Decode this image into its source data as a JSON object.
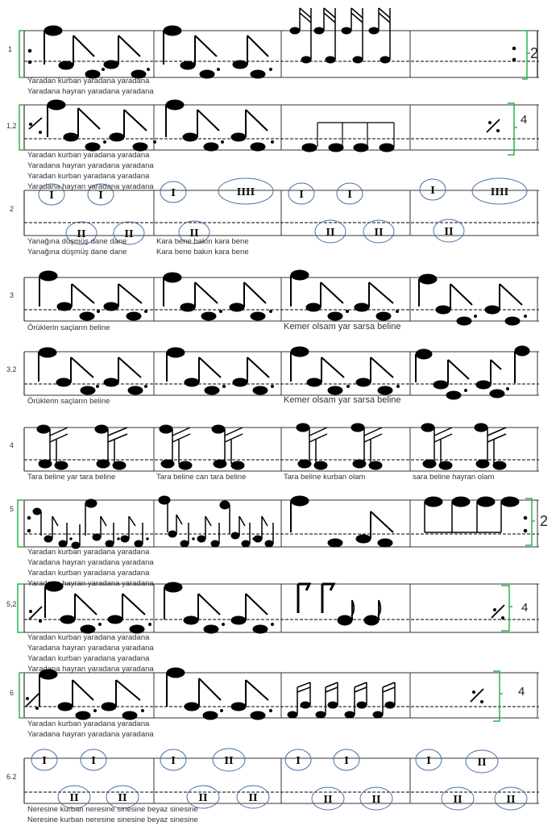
{
  "rows": [
    {
      "label": "1",
      "repeat_count": "2",
      "lyrics": [
        "Yaradan kurban yaradana yaradana",
        "Yaradana hayran yaradana yaradana"
      ]
    },
    {
      "label": "1,2",
      "repeat_count": "4",
      "lyrics": [
        "Yaradan kurban yaradana yaradana",
        "Yaradana hayran yaradana yaradana",
        "Yaradan kurban yaradana yaradana",
        "Yaradana hayran yaradana yaradana"
      ]
    },
    {
      "label": "2",
      "rhythm": [
        "I I | II II",
        "I IIII | II",
        "I I | II II",
        "I IIII | II"
      ],
      "lyrics_left": [
        "Yanağına düşmüş dane dane",
        "Yanağına düşmüş dane dane"
      ],
      "lyrics_right": [
        "Kara bene bakın kara bene",
        "Kara bene bakın kara bene"
      ]
    },
    {
      "label": "3",
      "lyric_left": "Örüklerin saçların beline",
      "lyric_right": "Kemer olsam yar sarsa beline"
    },
    {
      "label": "3.2",
      "lyric_left": "Örüklerin saçların beline",
      "lyric_right": "Kemer olsam yar sarsa beline"
    },
    {
      "label": "4",
      "lyrics": [
        "Tara beline yar tara beline",
        "Tara beline can tara beline",
        "Tara beline kurban olam",
        "sara beline hayran olam"
      ]
    },
    {
      "label": "5",
      "repeat_count": "2",
      "lyrics": [
        "Yaradan kurban yaradana yaradana",
        "Yaradana hayran yaradana yaradana",
        "Yaradan kurban yaradana yaradana",
        "Yaradana hayran yaradana yaradana"
      ]
    },
    {
      "label": "5,2",
      "repeat_count": "4",
      "lyrics": [
        "Yaradan kurban yaradana yaradana",
        "Yaradana hayran yaradana yaradana",
        "Yaradan kurban yaradana yaradana",
        "Yaradana hayran yaradana yaradana"
      ]
    },
    {
      "label": "6",
      "repeat_count": "4",
      "lyrics": [
        "Yaradan kurban yaradana yaradana",
        "Yaradana hayran yaradana yaradana"
      ]
    },
    {
      "label": "6.2",
      "lyrics": [
        "Neresine kurban neresine sinesine beyaz sinesine",
        "Neresine kurban neresine sinesine beyaz sinesine"
      ]
    }
  ],
  "symbols": {
    "single": "I",
    "double": "II",
    "quad": "IIII"
  },
  "colors": {
    "staff": "#333333",
    "bracket": "#2db34a",
    "oval": "#4a6fa5",
    "note": "#000000"
  }
}
